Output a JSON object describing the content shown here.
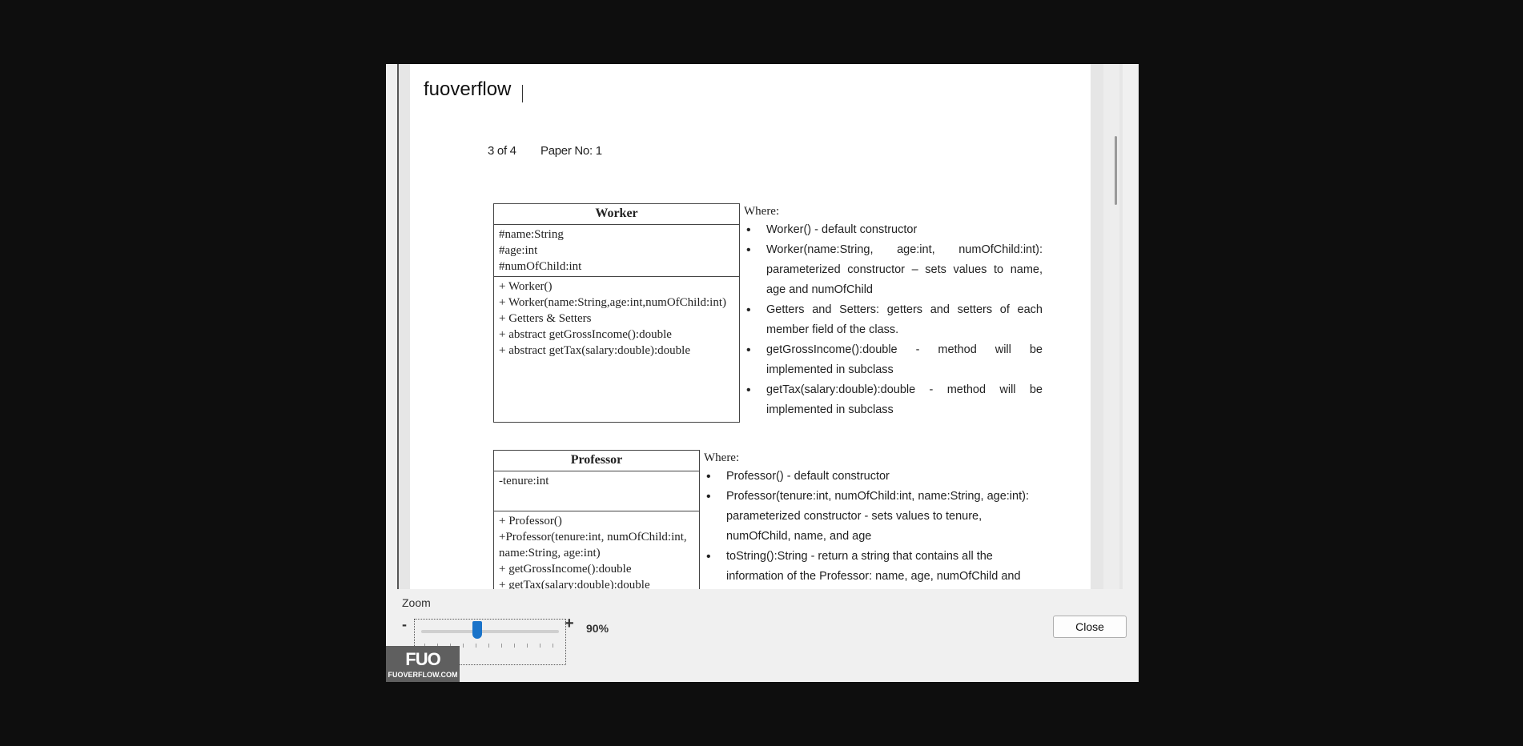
{
  "window": {
    "title": "fuoverflow"
  },
  "paper": {
    "page_indicator": "3 of 4",
    "paper_no": "Paper No: 1",
    "worker": {
      "name": "Worker",
      "attributes": [
        "#name:String",
        "#age:int",
        "#numOfChild:int"
      ],
      "methods": [
        "+ Worker()",
        "+ Worker(name:String,age:int,numOfChild:int)",
        "+ Getters & Setters",
        "+ abstract getGrossIncome():double",
        "+ abstract getTax(salary:double):double"
      ],
      "where_label": "Where:",
      "notes": [
        "Worker() - default constructor",
        "Worker(name:String, age:int, numOfChild:int): parameterized constructor – sets values to name, age and numOfChild",
        "Getters and Setters: getters and setters of each member field of the class.",
        "getGrossIncome():double - method will be implemented in subclass",
        "getTax(salary:double):double - method will be implemented in subclass"
      ]
    },
    "professor": {
      "name": "Professor",
      "attributes": [
        "-tenure:int"
      ],
      "methods": [
        "+ Professor()",
        "+Professor(tenure:int, numOfChild:int, name:String, age:int)",
        "+ getGrossIncome():double",
        "+ getTax(salary:double):double"
      ],
      "where_label": "Where:",
      "notes": [
        "Professor() - default constructor",
        "Professor(tenure:int, numOfChild:int, name:String, age:int): parameterized constructor - sets values to tenure, numOfChild, name, and age",
        "toString():String - return a string that contains all the information of the Professor: name, age, numOfChild and tenure"
      ]
    }
  },
  "zoom": {
    "label": "Zoom",
    "minus": "-",
    "plus": "+",
    "value_label": "90%",
    "slider_fraction": 0.4
  },
  "close_button": {
    "label": "Close"
  },
  "logo": {
    "line1": "FUO",
    "line2": "FUOVERFLOW.COM"
  }
}
